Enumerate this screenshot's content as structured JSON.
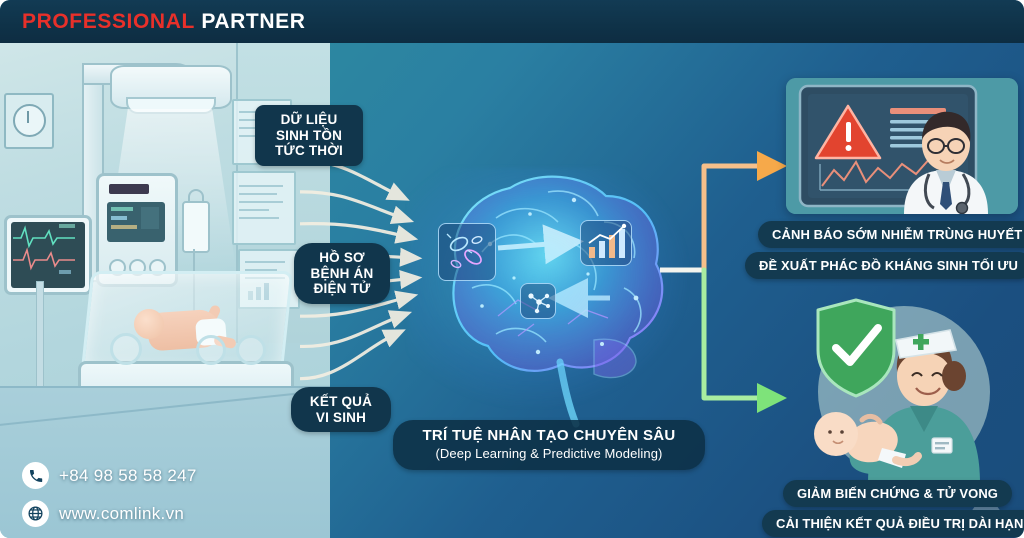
{
  "header": {
    "title_highlight": "PROFESSIONAL",
    "title_rest": "PARTNER",
    "highlight_color": "#e8302a",
    "rest_color": "#ffffff",
    "background_color": "#0f3248"
  },
  "inputs": [
    {
      "id": "vitals",
      "label": "DỮ LIỆU\nSINH TỒN\nTỨC THỜI",
      "line1": "DỮ LIỆU",
      "line2": "SINH TỒN",
      "line3": "TỨC THỜI"
    },
    {
      "id": "emr",
      "label": "HỒ SƠ BỆNH ÁN ĐIỆN TỬ",
      "line1": "HỒ SƠ",
      "line2": "BỆNH ÁN",
      "line3": "ĐIỆN TỬ"
    },
    {
      "id": "micro",
      "label": "KẾT QUẢ VI SINH",
      "line1": "KẾT QUẢ",
      "line2": "VI SINH",
      "line3": ""
    }
  ],
  "core": {
    "title": "TRÍ TUỆ NHÂN TẠO CHUYÊN SÂU",
    "subtitle": "(Deep Learning & Predictive Modeling)",
    "icons": [
      "bacteria-icon",
      "chart-icon",
      "molecule-icon"
    ]
  },
  "outputs": {
    "top_branch": {
      "arrow_color": "#f6a94a",
      "items": [
        "CẢNH BÁO SỚM NHIỄM TRÙNG HUYẾT",
        "ĐỀ XUẤT PHÁC ĐỒ KHÁNG SINH TỐI ƯU"
      ],
      "scene": "doctor-with-alert-monitor"
    },
    "bottom_branch": {
      "arrow_color": "#7ee37a",
      "items": [
        "GIẢM BIẾN CHỨNG & TỬ VONG",
        "CẢI THIỆN KẾT QUẢ ĐIỀU TRỊ DÀI HẠN"
      ],
      "scene": "nurse-holding-baby-with-shield"
    }
  },
  "contact": {
    "phone": "+84 98 58 58 247",
    "website": "www.comlink.vn",
    "phone_icon": "phone-icon",
    "web_icon": "globe-icon"
  },
  "colors": {
    "pill_bg": "#11364c",
    "background_left": "#2f8f9d",
    "background_right": "#1a4d7c",
    "alert_red": "#e2442f",
    "shield_green": "#3fa65c",
    "scrub_teal": "#4b9e9a"
  }
}
